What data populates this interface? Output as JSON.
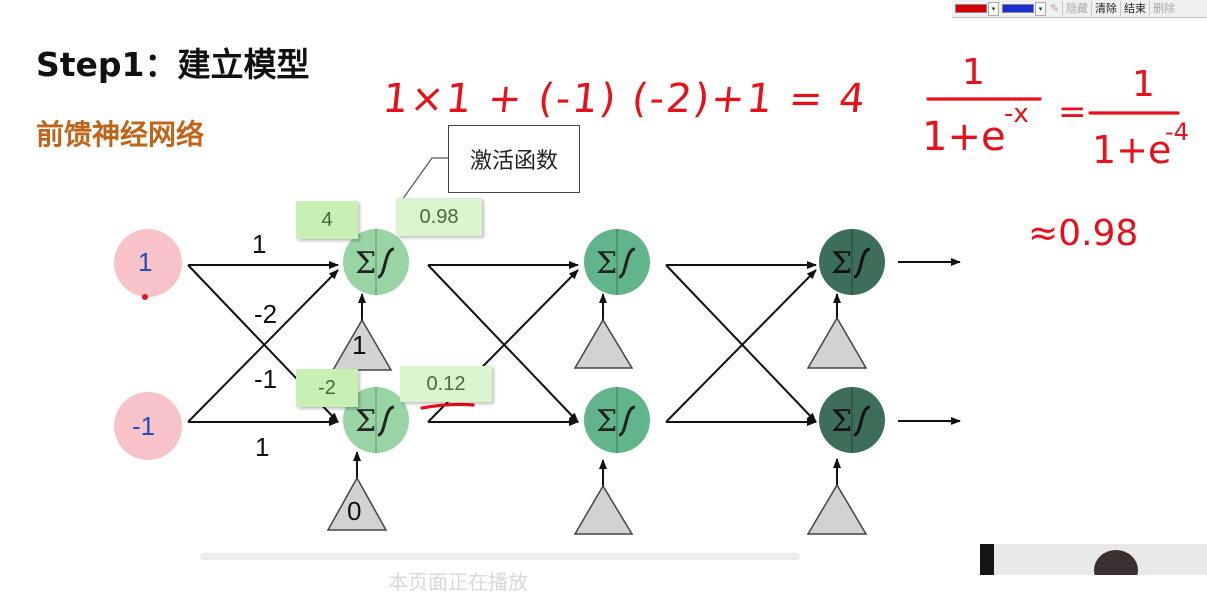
{
  "slide": {
    "title": "Step1：建立模型",
    "subtitle": "前馈神经网络",
    "callout": "激活函数"
  },
  "inputs": [
    {
      "value": "1"
    },
    {
      "value": "-1"
    }
  ],
  "weights": {
    "w11": "1",
    "w12": "-2",
    "w21": "-1",
    "w22": "1"
  },
  "biases": {
    "b1": "1",
    "b2": "0"
  },
  "neuron1": {
    "sum": "4",
    "output": "0.98"
  },
  "neuron2": {
    "sum": "-2",
    "output": "0.12"
  },
  "handwriting": {
    "equation": "1×1 + (-1) (-2)+1 = 4",
    "sigmoid_left_num": "1",
    "sigmoid_left_den": "1+e",
    "sigmoid_left_exp": "-x",
    "equals": "=",
    "sigmoid_right_num": "1",
    "sigmoid_right_den": "1+e",
    "sigmoid_right_exp": "-4",
    "approx": "≈0.98",
    "color": "#e8101a"
  },
  "toolbar": {
    "color1": "#d40000",
    "color2": "#1a2fd0",
    "buttons": [
      {
        "label": "隐藏",
        "disabled": true
      },
      {
        "label": "清除",
        "disabled": false
      },
      {
        "label": "结束",
        "disabled": false
      },
      {
        "label": "删除",
        "disabled": true
      }
    ]
  },
  "colors": {
    "input_node": "#f7c3c9",
    "input_text": "#1f4fc0",
    "layer1": "#99d4a4",
    "layer2": "#62b48a",
    "layer3": "#3c6e5a",
    "bias": "#d2d2d2",
    "title": "#111111",
    "subtitle": "#c0641a"
  },
  "footer": {
    "caption": "本页面正在播放"
  }
}
